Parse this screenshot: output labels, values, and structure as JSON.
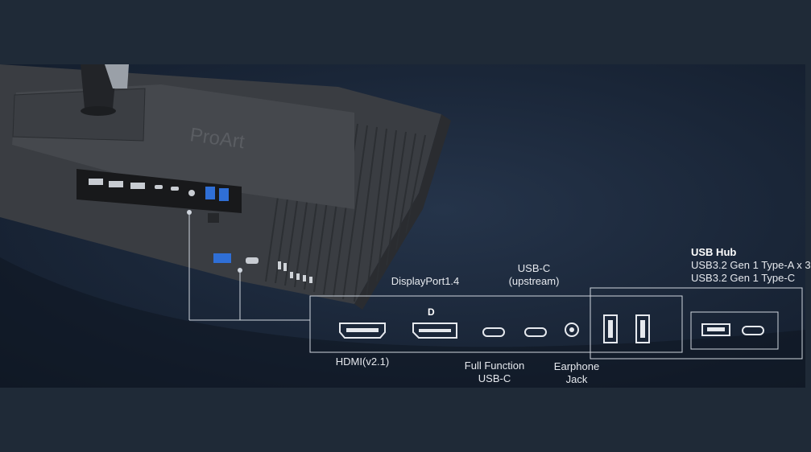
{
  "brand_label": "ProArt",
  "ports": {
    "hdmi": "HDMI(v2.1)",
    "displayport": "DisplayPort1.4",
    "usbc_upstream_line1": "USB-C",
    "usbc_upstream_line2": "(upstream)",
    "full_function_line1": "Full Function",
    "full_function_line2": "USB-C",
    "earphone_line1": "Earphone",
    "earphone_line2": "Jack"
  },
  "usb_hub": {
    "title": "USB Hub",
    "line1": "USB3.2 Gen 1 Type-A x 3",
    "line2": "USB3.2 Gen 1 Type-C"
  },
  "colors": {
    "background": "#1f2a37",
    "monitor_body": "#3a3d42",
    "callout_line": "#cfd5dd",
    "usb3_blue": "#2f6fd6"
  },
  "icons": [
    "hdmi-port-icon",
    "displayport-port-icon",
    "usb-c-port-icon",
    "earphone-jack-icon",
    "usb-a-port-icon"
  ]
}
